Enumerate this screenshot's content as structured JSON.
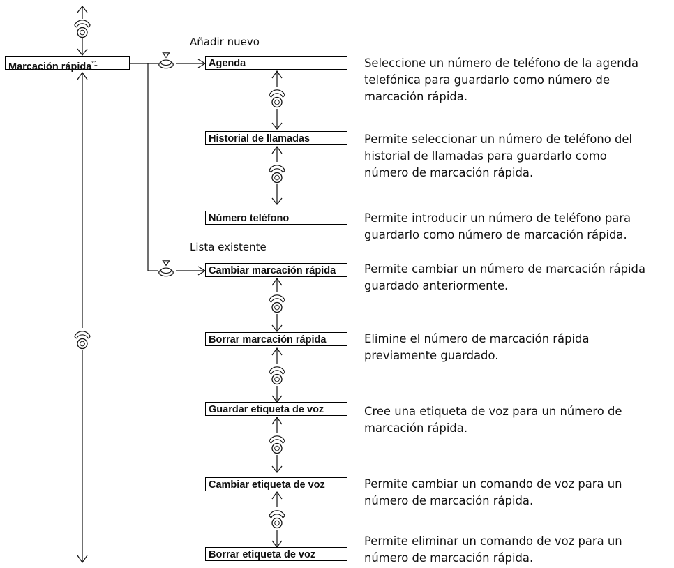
{
  "root": {
    "label": "Marcación rápida",
    "footnote": "*1"
  },
  "groups": [
    {
      "label": "Añadir nuevo",
      "icon": "enter-button-icon"
    },
    {
      "label": "Lista existente",
      "icon": "enter-button-icon"
    }
  ],
  "items": [
    {
      "label": "Agenda",
      "desc": [
        "Seleccione un número de teléfono de la agenda",
        "telefónica para guardarlo como número de",
        "marcación rápida."
      ]
    },
    {
      "label": "Historial de llamadas",
      "desc": [
        "Permite seleccionar un número de teléfono del",
        "historial de llamadas para guardarlo como",
        "número de marcación rápida."
      ]
    },
    {
      "label": "Número teléfono",
      "desc": [
        "Permite introducir un número de teléfono para",
        "guardarlo como número de marcación rápida."
      ]
    },
    {
      "label": "Cambiar marcación rápida",
      "desc": [
        "Permite cambiar un número de marcación rápida",
        "guardado anteriormente."
      ]
    },
    {
      "label": "Borrar marcación rápida",
      "desc": [
        "Elimine el número de marcación rápida",
        "previamente guardado."
      ]
    },
    {
      "label": "Guardar etiqueta de voz",
      "desc": [
        "Cree una etiqueta de voz para un número de",
        "marcación rápida."
      ]
    },
    {
      "label": "Cambiar etiqueta de voz",
      "desc": [
        "Permite cambiar un comando de voz para un",
        "número de marcación rápida."
      ]
    },
    {
      "label": "Borrar etiqueta de voz",
      "desc": [
        "Permite eliminar un comando de voz para un",
        "número de marcación rápida."
      ]
    }
  ],
  "icons": {
    "rotate": "rotate-dial-icon",
    "press": "enter-button-icon"
  }
}
